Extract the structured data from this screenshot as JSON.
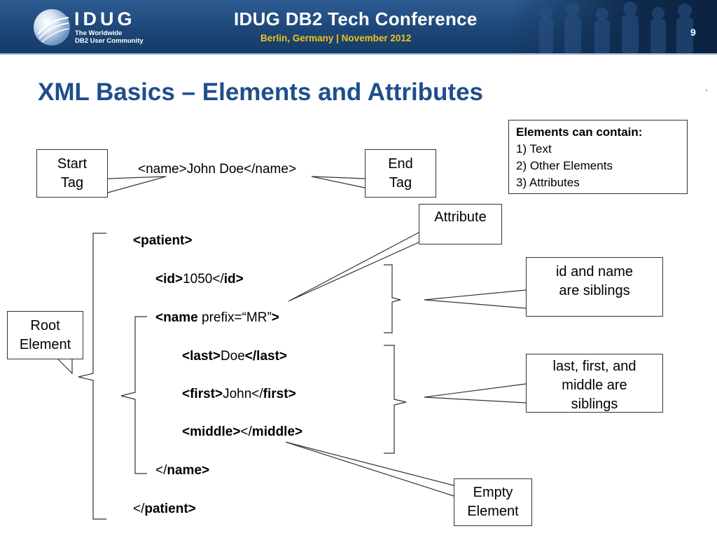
{
  "header": {
    "logo_text": "IDUG",
    "logo_sub_line1": "The Worldwide",
    "logo_sub_line2": "DB2 User Community",
    "conference_title": "IDUG DB2 Tech Conference",
    "conference_subtitle": "Berlin, Germany  |  November 2012",
    "page_number": "9",
    "colors": {
      "banner": "#1d4677",
      "subtitle": "#f0c419"
    }
  },
  "slide": {
    "title": "XML Basics – Elements and Attributes",
    "title_color": "#1f4e8c"
  },
  "callouts": {
    "start_tag": [
      "Start",
      "Tag"
    ],
    "end_tag": [
      "End",
      "Tag"
    ],
    "attribute": "Attribute",
    "root_element": [
      "Root",
      "Element"
    ],
    "id_name_siblings": [
      "id and name",
      "are siblings"
    ],
    "last_first_middle": [
      "last, first, and",
      "middle are",
      "siblings"
    ],
    "empty_element": [
      "Empty",
      "Element"
    ]
  },
  "contain_box": {
    "heading": "Elements can contain:",
    "items": [
      "1) Text",
      "2) Other Elements",
      "3) Attributes"
    ]
  },
  "example_line": "<name>John Doe</name>",
  "xml": {
    "patient_open": "<patient>",
    "id_open": "<id>",
    "id_value": "1050",
    "id_close_lt": "</",
    "id_close_tag": "id>",
    "name_open_tag": "<name",
    "name_attr": " prefix=“MR”",
    "name_open_gt": ">",
    "last_open": "<last>",
    "last_value": "Doe",
    "last_close_lt": "</",
    "last_close_tag": "last>",
    "first_open": "<first>",
    "first_value": "John",
    "first_close_lt": "</",
    "first_close_tag": "first>",
    "middle_open": "<middle>",
    "middle_close_lt": "</",
    "middle_close_tag": "middle>",
    "name_close_lt": "</",
    "name_close_tag": "name>",
    "patient_close_lt": "</",
    "patient_close_tag": "patient>"
  }
}
